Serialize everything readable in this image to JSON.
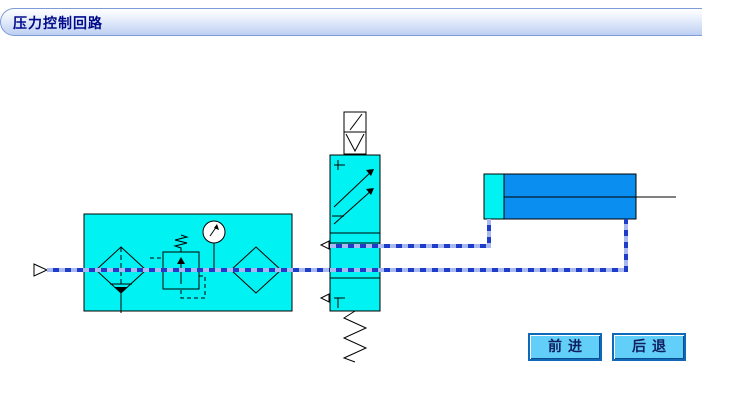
{
  "title": "压力控制回路",
  "buttons": {
    "forward_label": "前进",
    "back_label": "后退"
  },
  "colors": {
    "unit_fill": "#00f2f2",
    "cylinder_body": "#0a8ff0",
    "flow_blue": "#1e3cc8",
    "flow_light": "#a8b8f0",
    "button_fill": "#62cff8",
    "title_text": "#000a8a"
  }
}
